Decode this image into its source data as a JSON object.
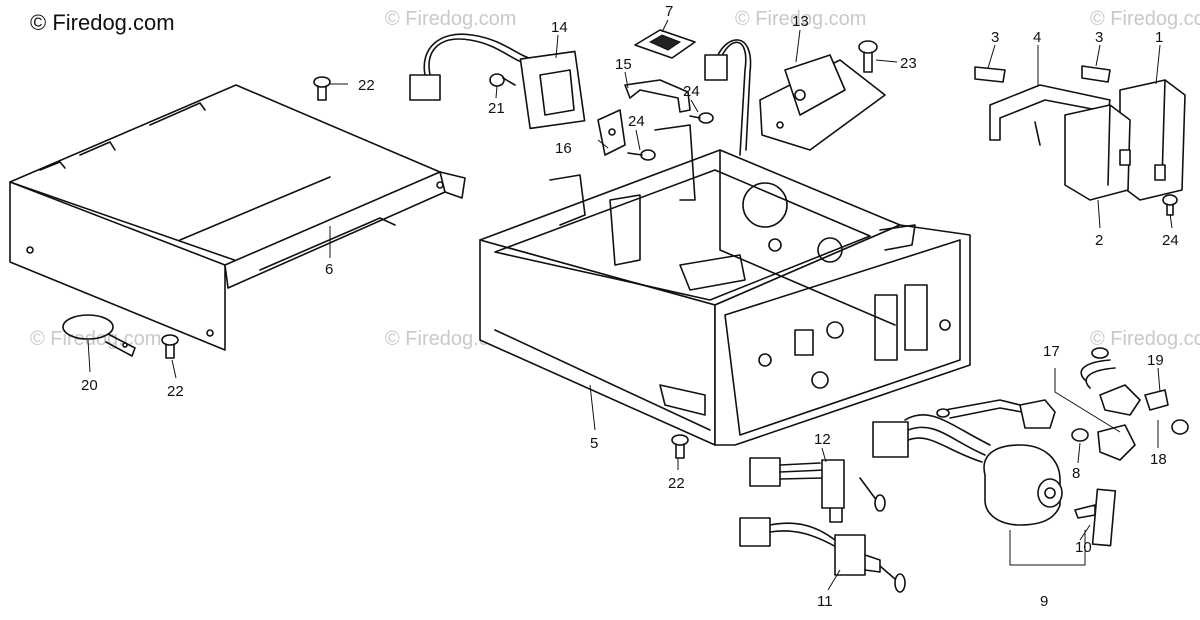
{
  "brand": "© Firedog.com",
  "watermark": "© Firedog.com",
  "callouts": {
    "c1": "1",
    "c2": "2",
    "c3a": "3",
    "c3b": "3",
    "c4": "4",
    "c5": "5",
    "c6": "6",
    "c7": "7",
    "c8": "8",
    "c9": "9",
    "c10": "10",
    "c11": "11",
    "c12": "12",
    "c13": "13",
    "c14": "14",
    "c15": "15",
    "c16": "16",
    "c17": "17",
    "c18": "18",
    "c19": "19",
    "c20": "20",
    "c21": "21",
    "c22a": "22",
    "c22b": "22",
    "c22c": "22",
    "c23": "23",
    "c24a": "24",
    "c24b": "24",
    "c24c": "24"
  }
}
